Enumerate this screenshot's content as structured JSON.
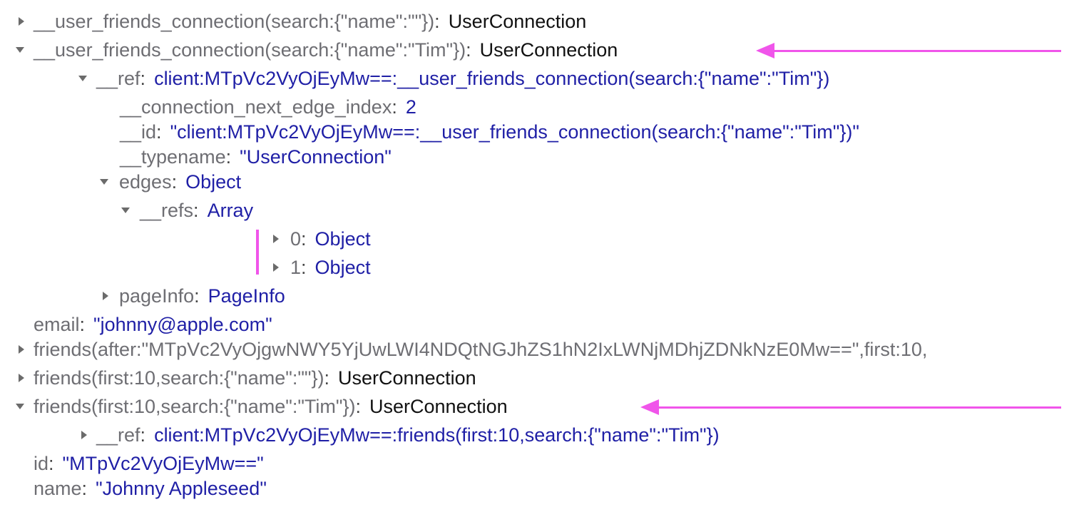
{
  "rows": [
    {
      "key": "__user_friends_connection(search:{\"name\":\"\"})",
      "value": "UserConnection",
      "expanded": false
    },
    {
      "key": "__user_friends_connection(search:{\"name\":\"Tim\"})",
      "value": "UserConnection",
      "expanded": true
    },
    {
      "key": "__ref",
      "value": "client:MTpVc2VyOjEyMw==:__user_friends_connection(search:{\"name\":\"Tim\"})",
      "expanded": true
    },
    {
      "key": "__connection_next_edge_index",
      "value": "2"
    },
    {
      "key": "__id",
      "value": "\"client:MTpVc2VyOjEyMw==:__user_friends_connection(search:{\"name\":\"Tim\"})\""
    },
    {
      "key": "__typename",
      "value": "\"UserConnection\""
    },
    {
      "key": "edges",
      "value": "Object",
      "expanded": true
    },
    {
      "key": "__refs",
      "value": "Array",
      "expanded": true
    },
    {
      "key": "0",
      "value": "Object",
      "expanded": false
    },
    {
      "key": "1",
      "value": "Object",
      "expanded": false
    },
    {
      "key": "pageInfo",
      "value": "PageInfo",
      "expanded": false
    },
    {
      "key": "email",
      "value": "\"johnny@apple.com\""
    },
    {
      "key": "friends(after:\"MTpVc2VyOjgwNWY5YjUwLWI4NDQtNGJhZS1hN2IxLWNjMDhjZDNkNzE0Mw==\",first:10,",
      "value": "",
      "expanded": false
    },
    {
      "key": "friends(first:10,search:{\"name\":\"\"})",
      "value": "UserConnection",
      "expanded": false
    },
    {
      "key": "friends(first:10,search:{\"name\":\"Tim\"})",
      "value": "UserConnection",
      "expanded": true
    },
    {
      "key": "__ref",
      "value": "client:MTpVc2VyOjEyMw==:friends(first:10,search:{\"name\":\"Tim\"})",
      "expanded": false
    },
    {
      "key": "id",
      "value": "\"MTpVc2VyOjEyMw==\""
    },
    {
      "key": "name",
      "value": "\"Johnny Appleseed\""
    }
  ],
  "colors": {
    "key": "#6e6e73",
    "type": "#111111",
    "value": "#1f1fa6",
    "highlight": "#f055ea"
  }
}
